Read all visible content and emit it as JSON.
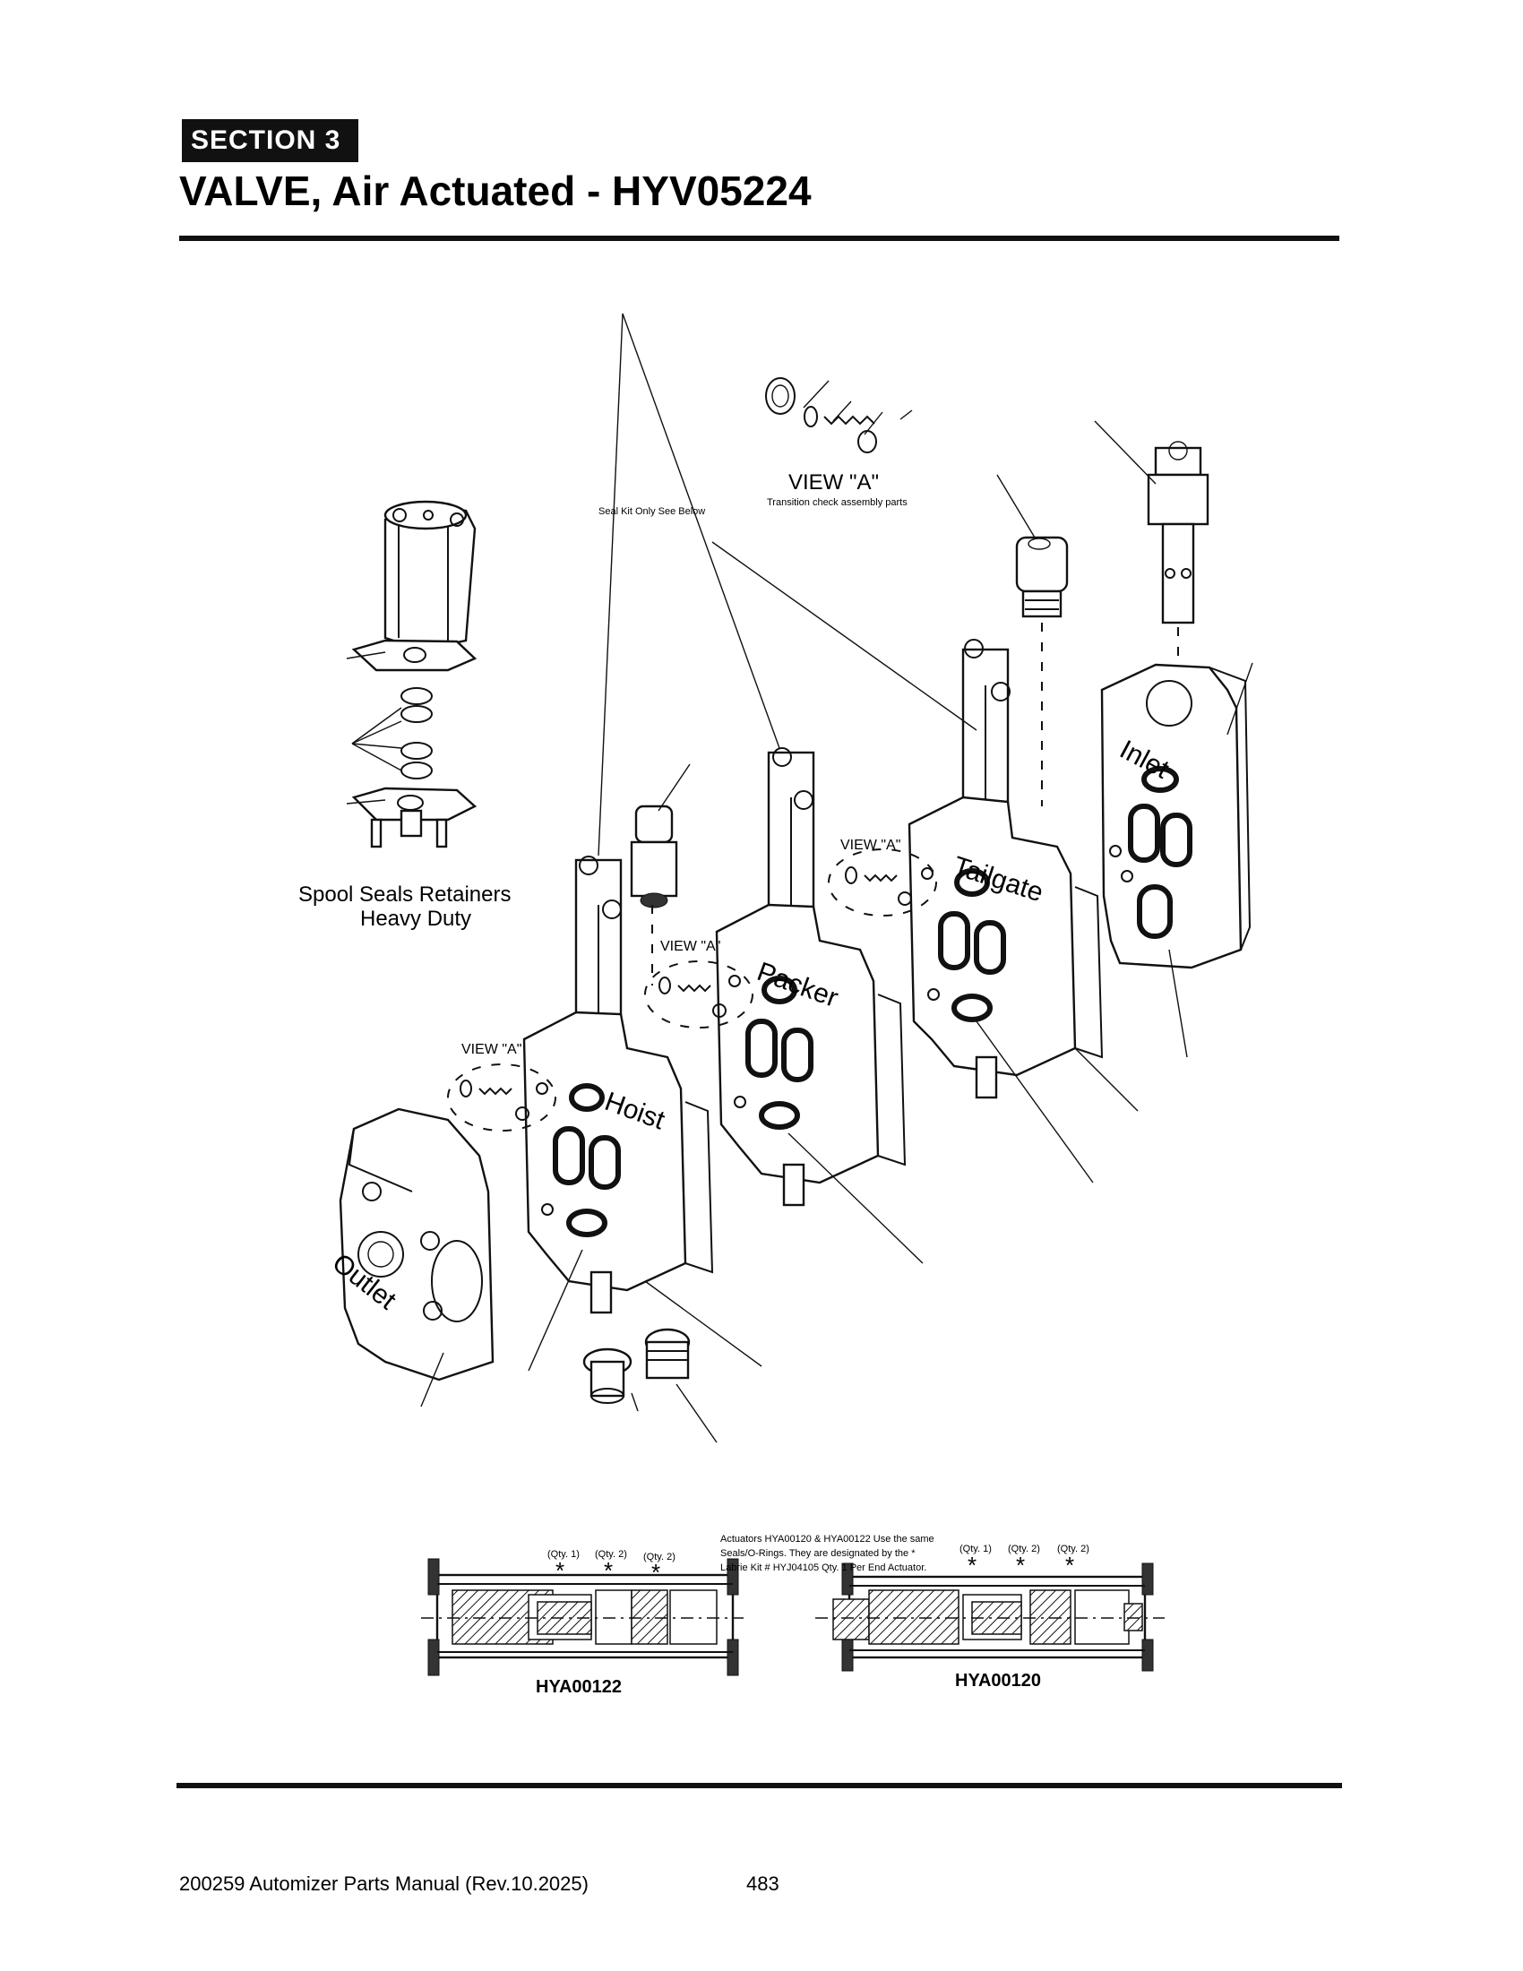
{
  "header": {
    "section_label": "SECTION 3",
    "title": "VALVE, Air Actuated - HYV05224"
  },
  "diagram": {
    "view_a_main": "VIEW \"A\"",
    "view_a_caption": "Transition check assembly parts",
    "seal_kit_note": "Seal Kit Only See Below",
    "view_a_small_1": "VIEW \"A\"",
    "view_a_small_2": "VIEW \"A\"",
    "view_a_small_3": "VIEW \"A\"",
    "spool_seals_line1": "Spool Seals Retainers",
    "spool_seals_line2": "Heavy Duty",
    "section_labels": {
      "inlet": "Inlet",
      "tailgate": "Tailgate",
      "packer": "Packer",
      "hoist": "Hoist",
      "outlet": "Outlet"
    }
  },
  "actuators": {
    "note_line1": "Actuators HYA00120 & HYA00122 Use the same",
    "note_line2": "Seals/O-Rings. They are designated by the *",
    "note_line3": "Labrie Kit #  HYJ04105 Qty. 1 Per End Actuator.",
    "left": {
      "name": "HYA00122",
      "qty_labels": [
        "(Qty. 1)",
        "(Qty. 2)",
        "(Qty. 2)"
      ]
    },
    "right": {
      "name": "HYA00120",
      "qty_labels": [
        "(Qty. 1)",
        "(Qty. 2)",
        "(Qty. 2)"
      ]
    },
    "asterisk": "*"
  },
  "footer": {
    "manual": "200259 Automizer Parts Manual (Rev.10.2025)",
    "page_number": "483"
  }
}
